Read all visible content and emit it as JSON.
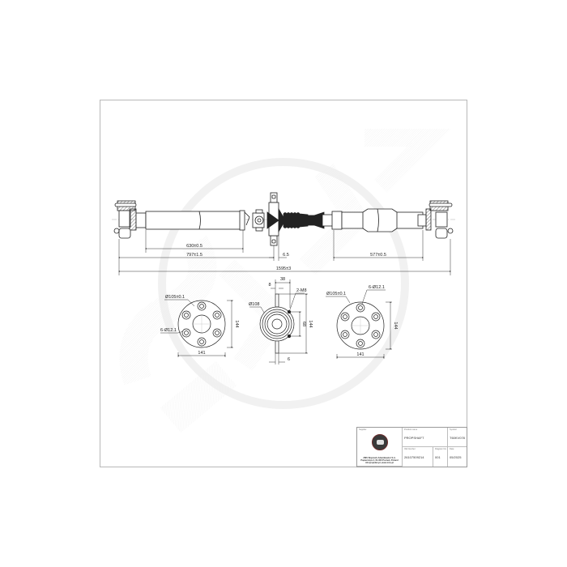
{
  "drawing": {
    "type": "technical-drawing",
    "subject": "propshaft",
    "watermark": "SPIDAN/STEEL logo watermark",
    "main_view": {
      "dimensions": {
        "left_tube_length": "630±0.5",
        "left_section_length": "797±1.5",
        "center_offset": "6.5",
        "right_tube_length": "577±0.5",
        "overall_length": "1595±3"
      }
    },
    "left_flange_view": {
      "bolt_circle": "Ø105±0.1",
      "holes": "6-Ø12.1",
      "width": "141",
      "height": "144"
    },
    "center_bearing_view": {
      "top_width": "38",
      "slot": "8",
      "mount_holes": "2-M8",
      "diameter": "Ø108",
      "inner_height": "68",
      "outer_height": "144",
      "bottom_width": "6"
    },
    "right_flange_view": {
      "bolt_circle": "Ø105±0.1",
      "holes": "6-Ø12.1",
      "width": "141",
      "height": "144"
    }
  },
  "title_block": {
    "supplier_label": "Supplier",
    "company_lines": [
      "ZMS Wojciech Adamkiewicz S.A.",
      "Papiernicza 4, 61-000 Poznań, Poland",
      "info@spidan.pl, www.zms.pl"
    ],
    "product_name_label": "Product name",
    "product_name": "PROPSHAFT",
    "symbol_label": "Symbol",
    "symbol": "T60KV078",
    "oe_number_label": "OE Number",
    "oe_number": "26107509214",
    "diagram_no_label": "Diagram No.",
    "diagram_no": "001",
    "date_label": "Date",
    "date": "05/2025"
  }
}
